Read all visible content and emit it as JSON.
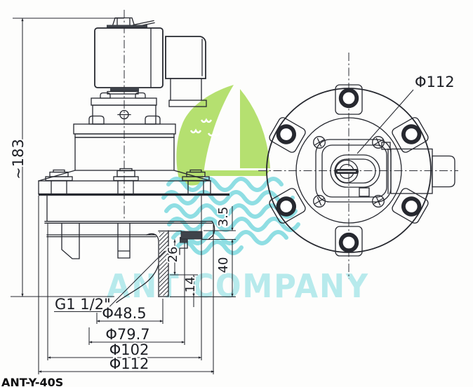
{
  "title": {
    "model": "ANT-Y-40S"
  },
  "watermark": {
    "company": "ANT COMPANY"
  },
  "side_view": {
    "overall_height": "~183",
    "thread_spec": "G1 1/2\"",
    "dim_gasket_thickness": "3.5",
    "dim_thread_length": "26",
    "dim_tail_length": "14",
    "dim_outlet_height": "40",
    "dim_bore": "Φ48.5",
    "dim_pilot_circle": "Φ79.7",
    "dim_bolt_circle": "Φ102",
    "dim_flange_od": "Φ112"
  },
  "front_view": {
    "dim_flange_od": "Φ112"
  },
  "colors": {
    "line": "#26282f",
    "leaf_green": "#afdd64",
    "wave_teal": "#89dce1",
    "watermark_text": "#b4e9ec"
  }
}
